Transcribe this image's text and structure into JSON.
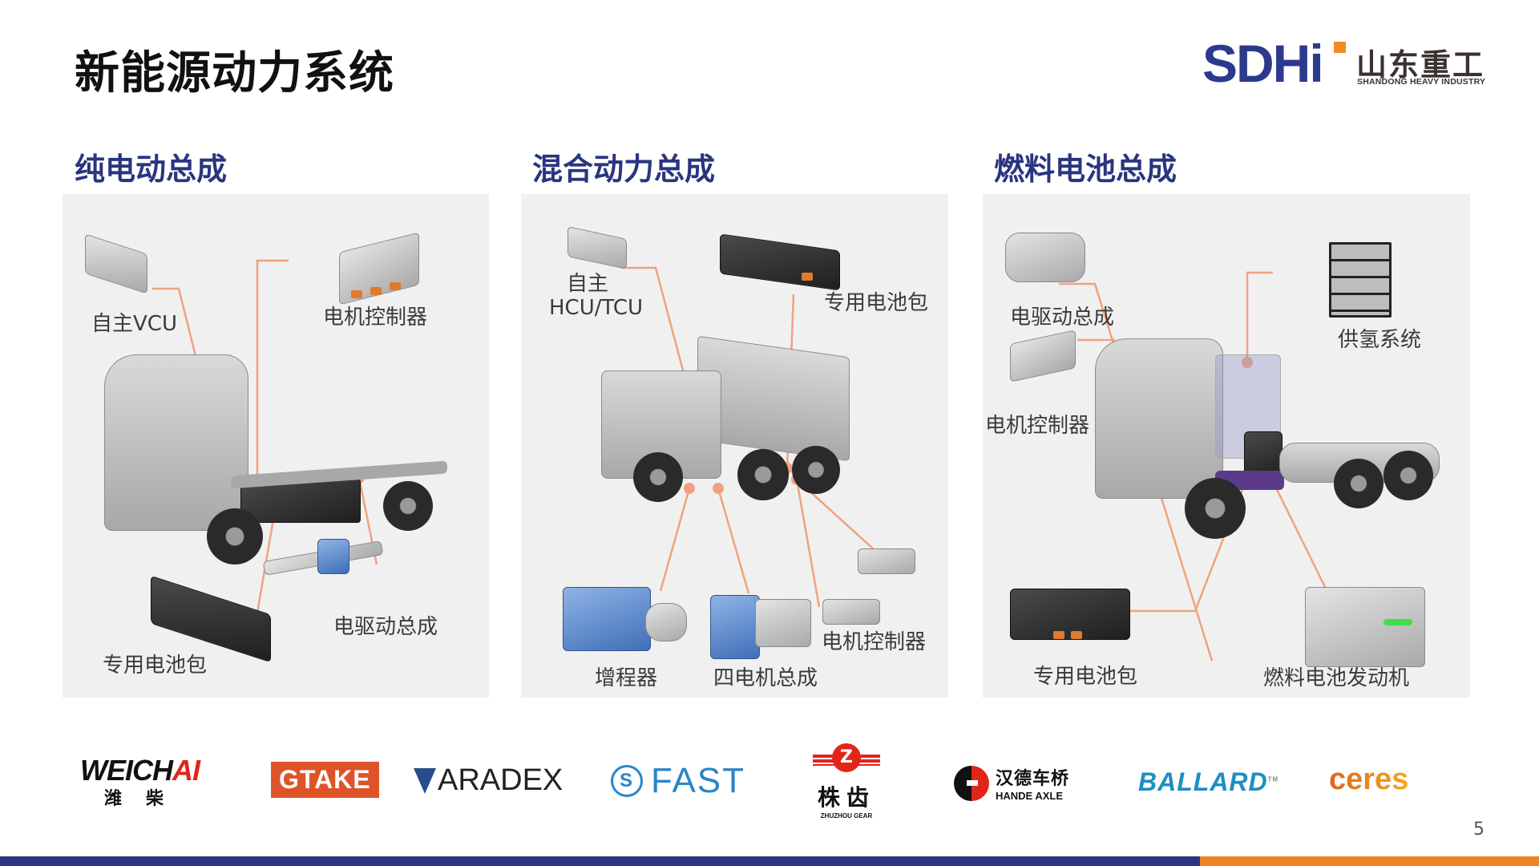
{
  "slide": {
    "title": "新能源动力系统",
    "page_number": "5"
  },
  "brand": {
    "mark": "SDHi",
    "name_cn": "山东重工",
    "name_en": "SHANDONG HEAVY INDUSTRY",
    "colors": {
      "primary": "#2c3a8c",
      "accent": "#f28a25"
    }
  },
  "sections": [
    {
      "heading": "纯电动总成",
      "labels": [
        "自主VCU",
        "电机控制器",
        "电驱动总成",
        "专用电池包"
      ]
    },
    {
      "heading": "混合动力总成",
      "labels": [
        "自主",
        "HCU/TCU",
        "专用电池包",
        "增程器",
        "四电机总成",
        "电机控制器"
      ]
    },
    {
      "heading": "燃料电池总成",
      "labels": [
        "电驱动总成",
        "电机控制器",
        "供氢系统",
        "专用电池包",
        "燃料电池发动机"
      ]
    }
  ],
  "partners": {
    "weichai": {
      "en_a": "WEICH",
      "en_b": "AI",
      "cn": "潍柴"
    },
    "gtake": "GTAKE",
    "aradex": "ARADEX",
    "fast": {
      "mark": "S",
      "name": "FAST"
    },
    "zhuzhou": {
      "mark": "Z",
      "cn": "株齿",
      "en": "ZHUZHOU GEAR"
    },
    "hande": {
      "cn": "汉德车桥",
      "en": "HANDE AXLE"
    },
    "ballard": {
      "name": "BALLARD",
      "tm": "TM"
    },
    "ceres": "ceres"
  },
  "colors": {
    "heading": "#2a3580",
    "leader_line": "#f0a27f",
    "footer_navy": "#2c3582",
    "footer_orange": "#f08323",
    "panel_bg": "#f0f0f0"
  }
}
